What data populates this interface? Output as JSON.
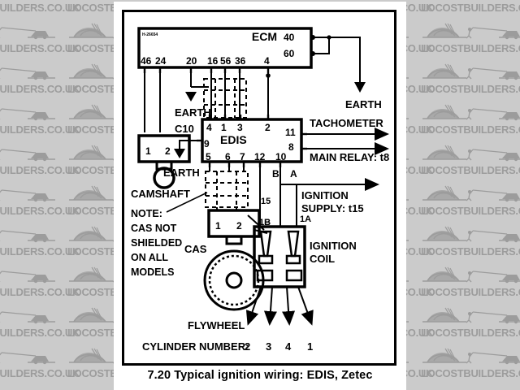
{
  "watermark": {
    "text": "LOCOSTBUILDERS.CO.UK",
    "color": "#9a9a9a",
    "background_color": "#cbcbcb",
    "logo_icon": "locost-car-icon"
  },
  "figure": {
    "caption_number": "7.20",
    "caption_text": "Typical ignition wiring: EDIS, Zetec",
    "caption_full": "7.20  Typical ignition wiring: EDIS, Zetec",
    "border_color": "#000000",
    "background_color": "#ffffff"
  },
  "diagram": {
    "ecm": {
      "label": "ECM",
      "part_marking": "H-26654",
      "bottom_pins": [
        "46",
        "24",
        "20",
        "16",
        "56",
        "36",
        "4"
      ],
      "right_pins": [
        "40",
        "60"
      ],
      "right_pin_destination": "EARTH"
    },
    "edis": {
      "label": "EDIS",
      "top_pins": [
        "4",
        "1",
        "3",
        "2"
      ],
      "left_pin": "9",
      "right_pins": [
        "11",
        "8"
      ],
      "bottom_pins": [
        "5",
        "6",
        "7",
        "12",
        "10"
      ]
    },
    "camshaft_sensor": {
      "label": "CAMSHAFT",
      "connector_pins": [
        "1",
        "2"
      ],
      "connector_label": "C10",
      "earth_label": "EARTH"
    },
    "cas": {
      "label": "CAS",
      "connector_pins": [
        "1",
        "2"
      ]
    },
    "flywheel": {
      "label": "FLYWHEEL"
    },
    "ignition_coil": {
      "label_line1": "IGNITION",
      "label_line2": "COIL"
    },
    "ignition_supply": {
      "label_line1": "IGNITION",
      "label_line2": "SUPPLY: t15",
      "terminal_a": "1A",
      "terminal_b": "1B",
      "terminal_15": "15"
    },
    "outputs": {
      "tachometer": "TACHOMETER",
      "main_relay": "MAIN RELAY: t8",
      "coil_pin_b": "B",
      "coil_pin_a": "A"
    },
    "earth_labels": [
      "EARTH",
      "EARTH",
      "EARTH"
    ],
    "note": {
      "title": "NOTE:",
      "lines": [
        "CAS NOT",
        "SHIELDED",
        "ON ALL",
        "MODELS"
      ]
    },
    "cylinder_number": {
      "label": "CYLINDER NUMBER:",
      "values": [
        "2",
        "3",
        "4",
        "1"
      ]
    }
  }
}
